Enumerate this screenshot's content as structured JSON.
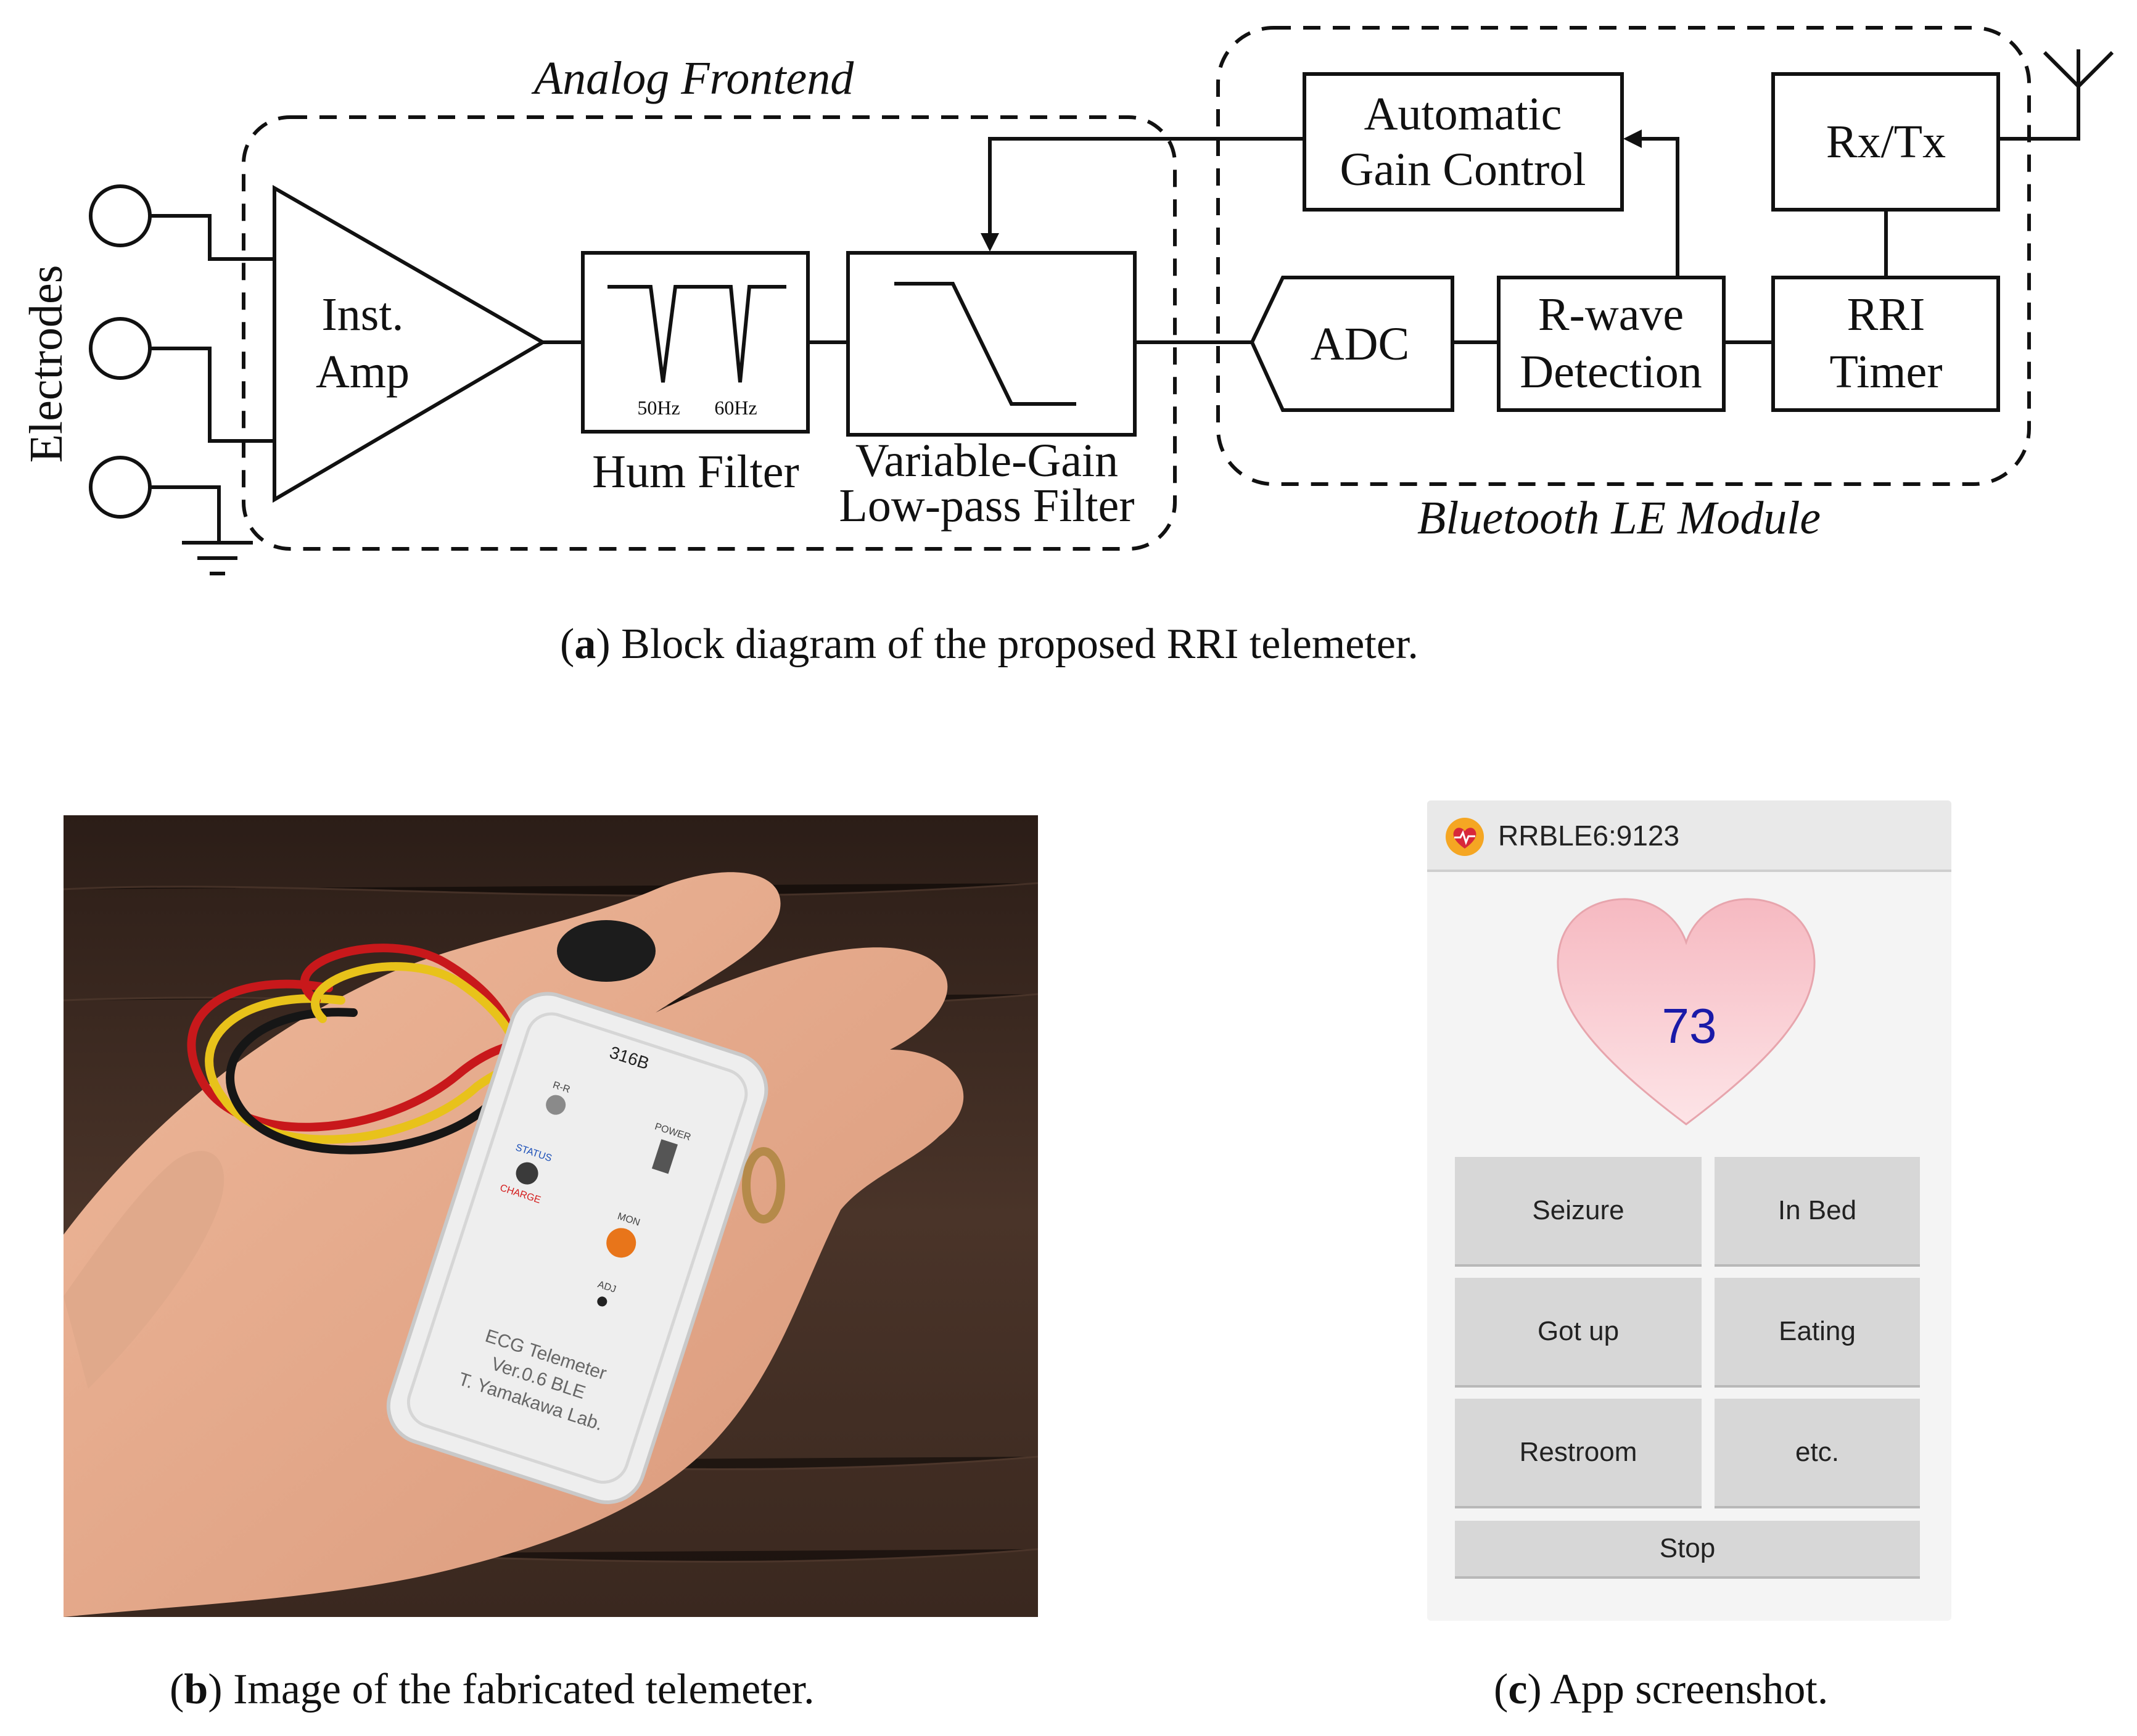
{
  "diagram": {
    "group_analog": "Analog Frontend",
    "group_ble": "Bluetooth LE Module",
    "electrodes": "Electrodes",
    "inst_amp": [
      "Inst.",
      "Amp"
    ],
    "hum_filter": "Hum Filter",
    "hum_50": "50Hz",
    "hum_60": "60Hz",
    "vg_filter": [
      "Variable-Gain",
      "Low-pass Filter"
    ],
    "agc": [
      "Automatic",
      "Gain Control"
    ],
    "rxtx": "Rx/Tx",
    "adc": "ADC",
    "rwave": [
      "R-wave",
      "Detection"
    ],
    "rri": [
      "RRI",
      "Timer"
    ]
  },
  "captions": {
    "a_label": "a",
    "a_text": " Block diagram of the proposed RRI telemeter.",
    "b_label": "b",
    "b_text": " Image of the fabricated telemeter.",
    "c_label": "c",
    "c_text": " App screenshot."
  },
  "device": {
    "id": "316B",
    "rr": "R-R",
    "power": "POWER",
    "status": "STATUS",
    "charge": "CHARGE",
    "mon": "MON",
    "adj": "ADJ",
    "label": [
      "ECG Telemeter",
      "Ver.0.6 BLE",
      "T. Yamakawa Lab."
    ]
  },
  "app": {
    "title": "RRBLE6:9123",
    "heart_rate": "73",
    "buttons": [
      "Seizure",
      "In Bed",
      "Got up",
      "Eating",
      "Restroom",
      "etc."
    ],
    "stop": "Stop"
  },
  "colors": {
    "heart_fill": "#f8c9cf",
    "heart_rate_text": "#1a1aa8",
    "button_bg": "#d7d7d7",
    "table_wood": "#3a2a22",
    "skin": "#e6ae8f",
    "device_body": "#eeeeee",
    "wire_red": "#c8181b",
    "wire_yellow": "#e8c21a"
  }
}
